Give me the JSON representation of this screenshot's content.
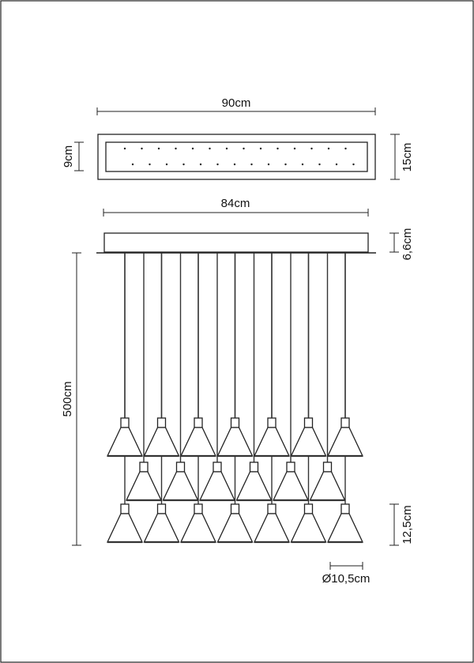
{
  "title": "",
  "dimensions": {
    "top_width": "90cm",
    "top_depth_inner": "9cm",
    "top_depth": "15cm",
    "canopy_width": "84cm",
    "canopy_height": "6,6cm",
    "drop_length": "500cm",
    "shade_height": "12,5cm",
    "shade_diameter": "Ø10,5cm"
  },
  "pendant_rows": [
    7,
    6,
    7
  ],
  "line_color": "#222222"
}
